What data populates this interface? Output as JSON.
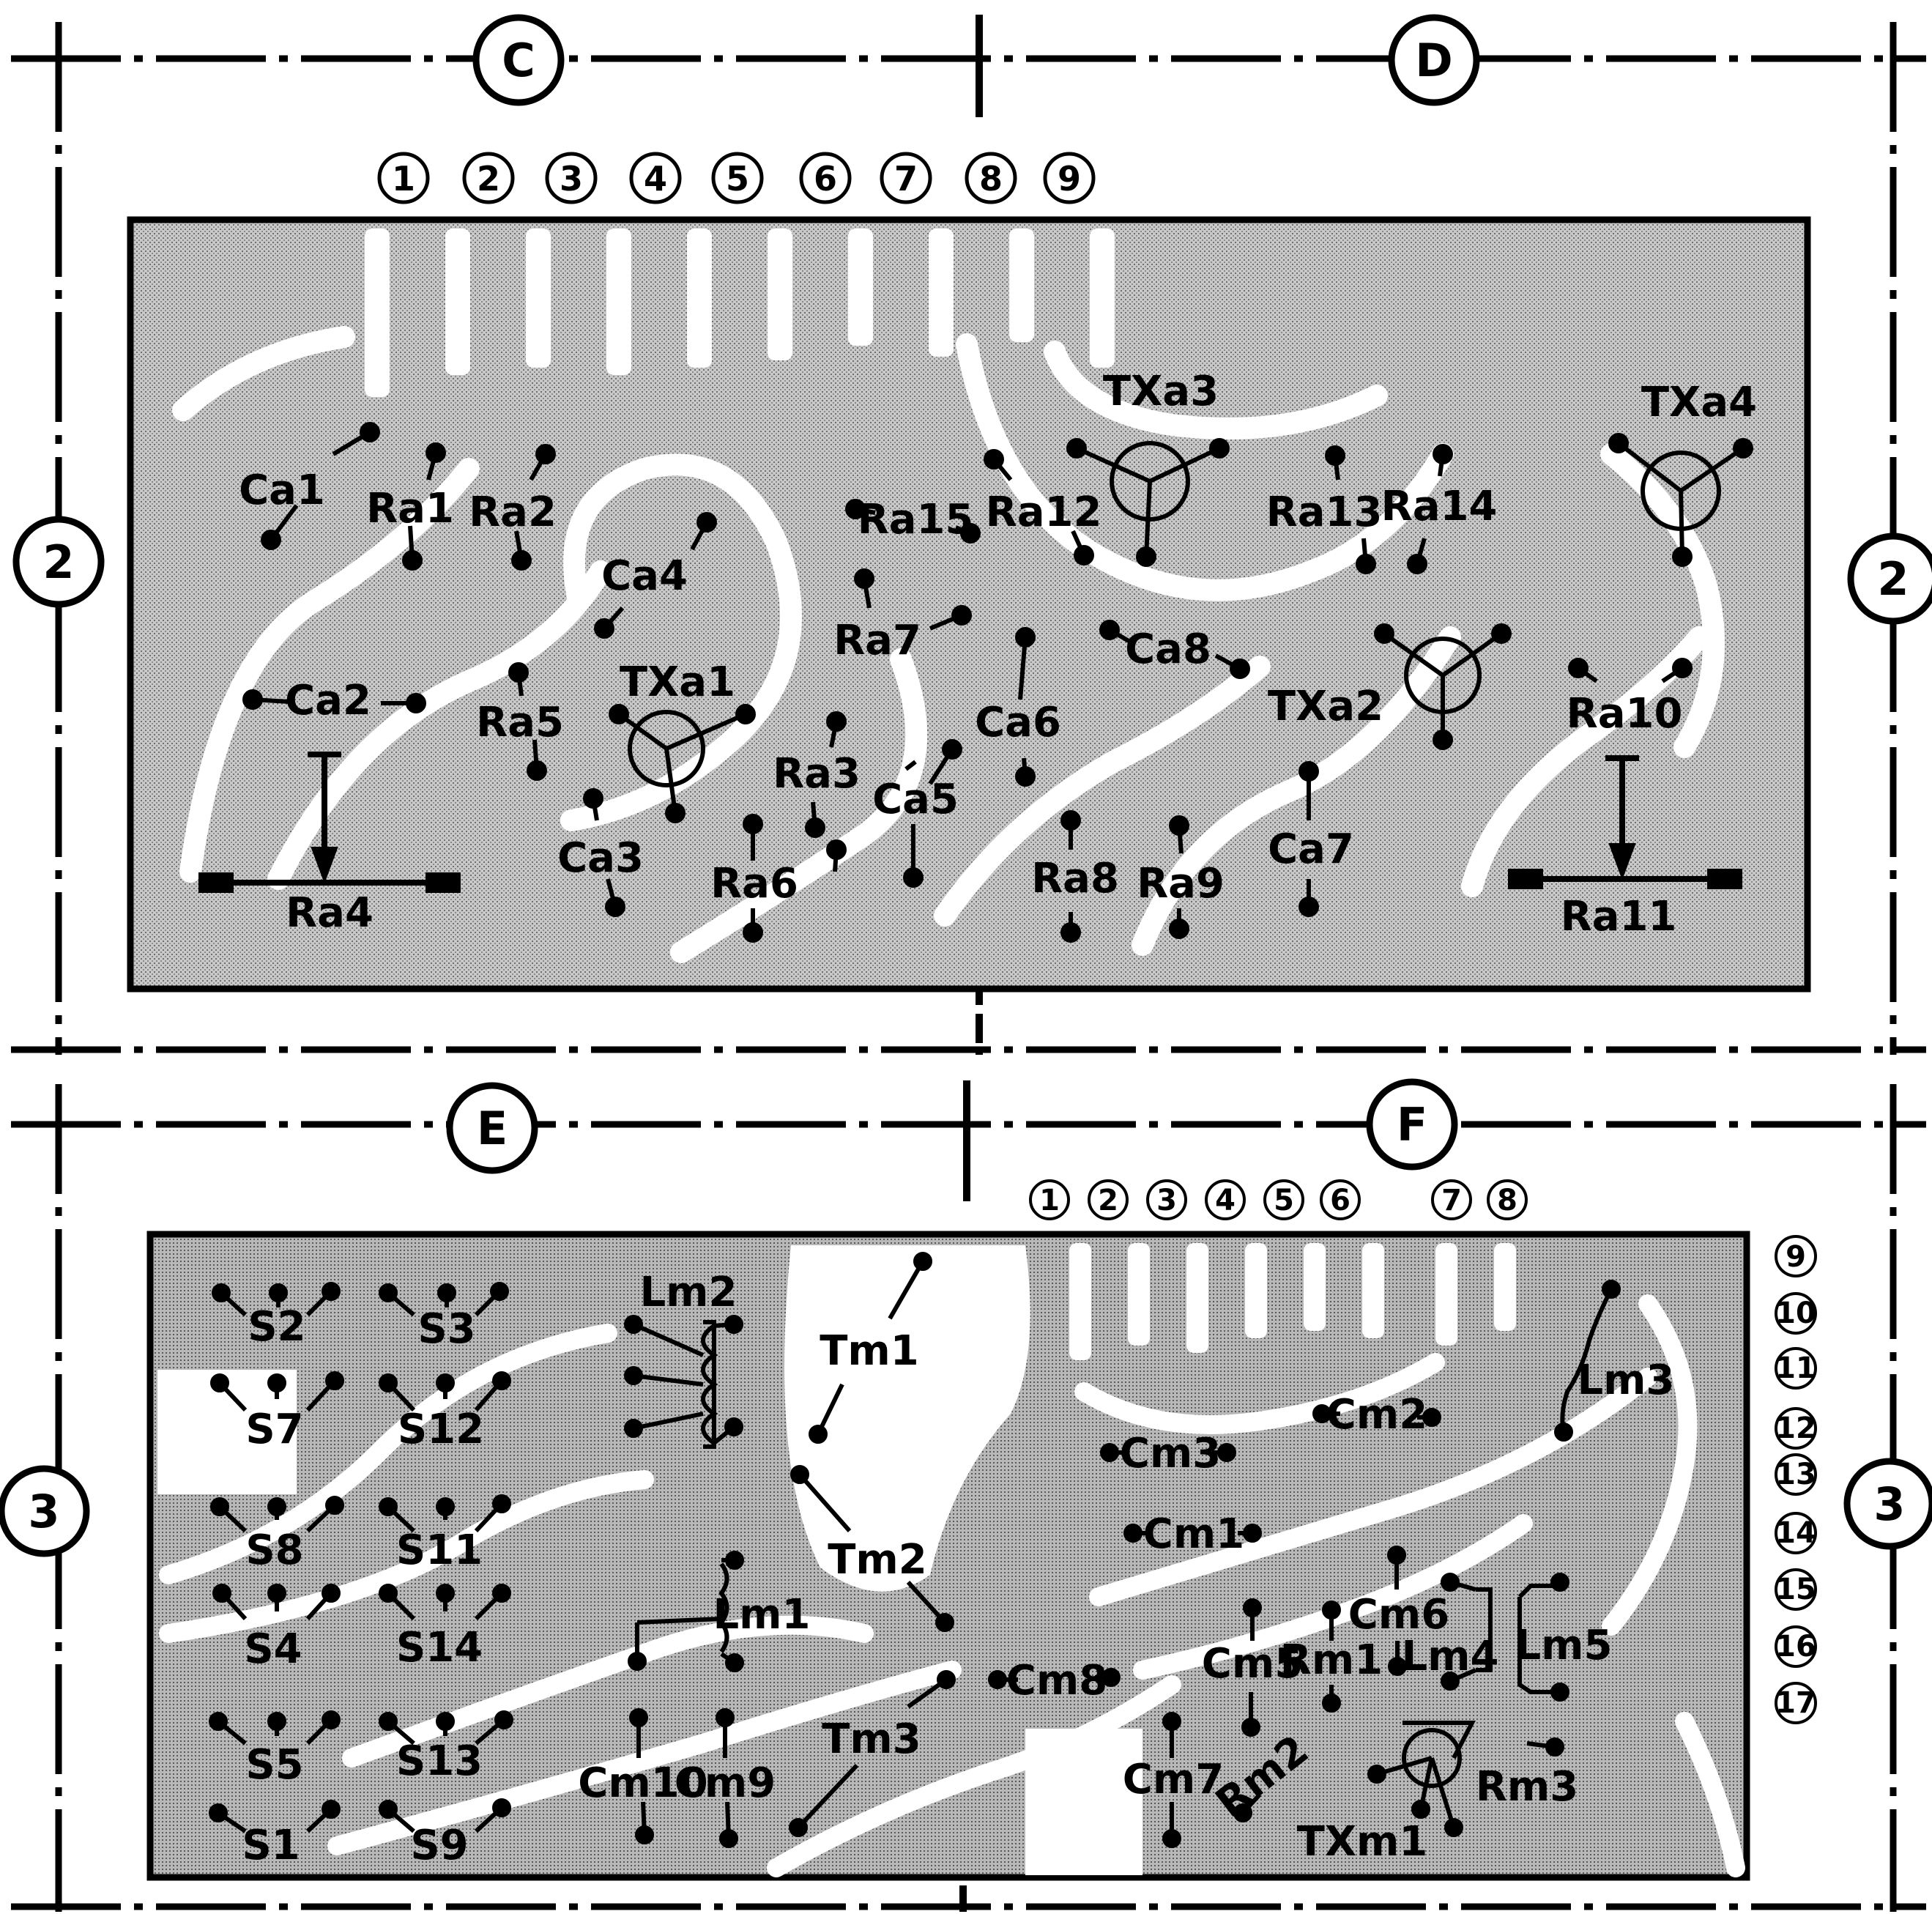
{
  "grid": {
    "columns_top": [
      "C",
      "D"
    ],
    "columns_bottom": [
      "E",
      "F"
    ],
    "rows_top": [
      "2",
      "2"
    ],
    "rows_bottom": [
      "3",
      "3"
    ]
  },
  "board_a": {
    "pins": [
      "1",
      "2",
      "3",
      "4",
      "5",
      "6",
      "7",
      "8",
      "9"
    ],
    "components": [
      "Ca1",
      "Ra1",
      "Ra2",
      "Ca4",
      "Ra15",
      "Ra12",
      "TXa3",
      "Ra13",
      "Ra14",
      "TXa4",
      "Ca2",
      "Ra5",
      "TXa1",
      "Ra3",
      "Ra7",
      "Ca6",
      "Ca8",
      "TXa2",
      "Ra10",
      "Ca3",
      "Ra6",
      "Ca5",
      "Ra8",
      "Ra9",
      "Ca7",
      "Ra4",
      "Ra11"
    ]
  },
  "board_m": {
    "pins_top": [
      "1",
      "2",
      "3",
      "4",
      "5",
      "6",
      "7",
      "8"
    ],
    "pins_side": [
      "9",
      "10",
      "11",
      "12",
      "13",
      "14",
      "15",
      "16",
      "17"
    ],
    "components": [
      "S2",
      "S3",
      "Lm2",
      "Tm1",
      "S7",
      "S12",
      "Cm2",
      "Cm3",
      "Lm3",
      "S8",
      "S11",
      "Cm1",
      "Tm2",
      "S4",
      "S14",
      "Lm1",
      "Cm6",
      "Lm4",
      "Lm5",
      "Cm5",
      "Rm1",
      "Cm8",
      "S5",
      "S13",
      "Tm3",
      "Cm10",
      "Cm9",
      "Cm7",
      "Rm2",
      "Rm3",
      "TXm1",
      "S1",
      "S9"
    ]
  }
}
